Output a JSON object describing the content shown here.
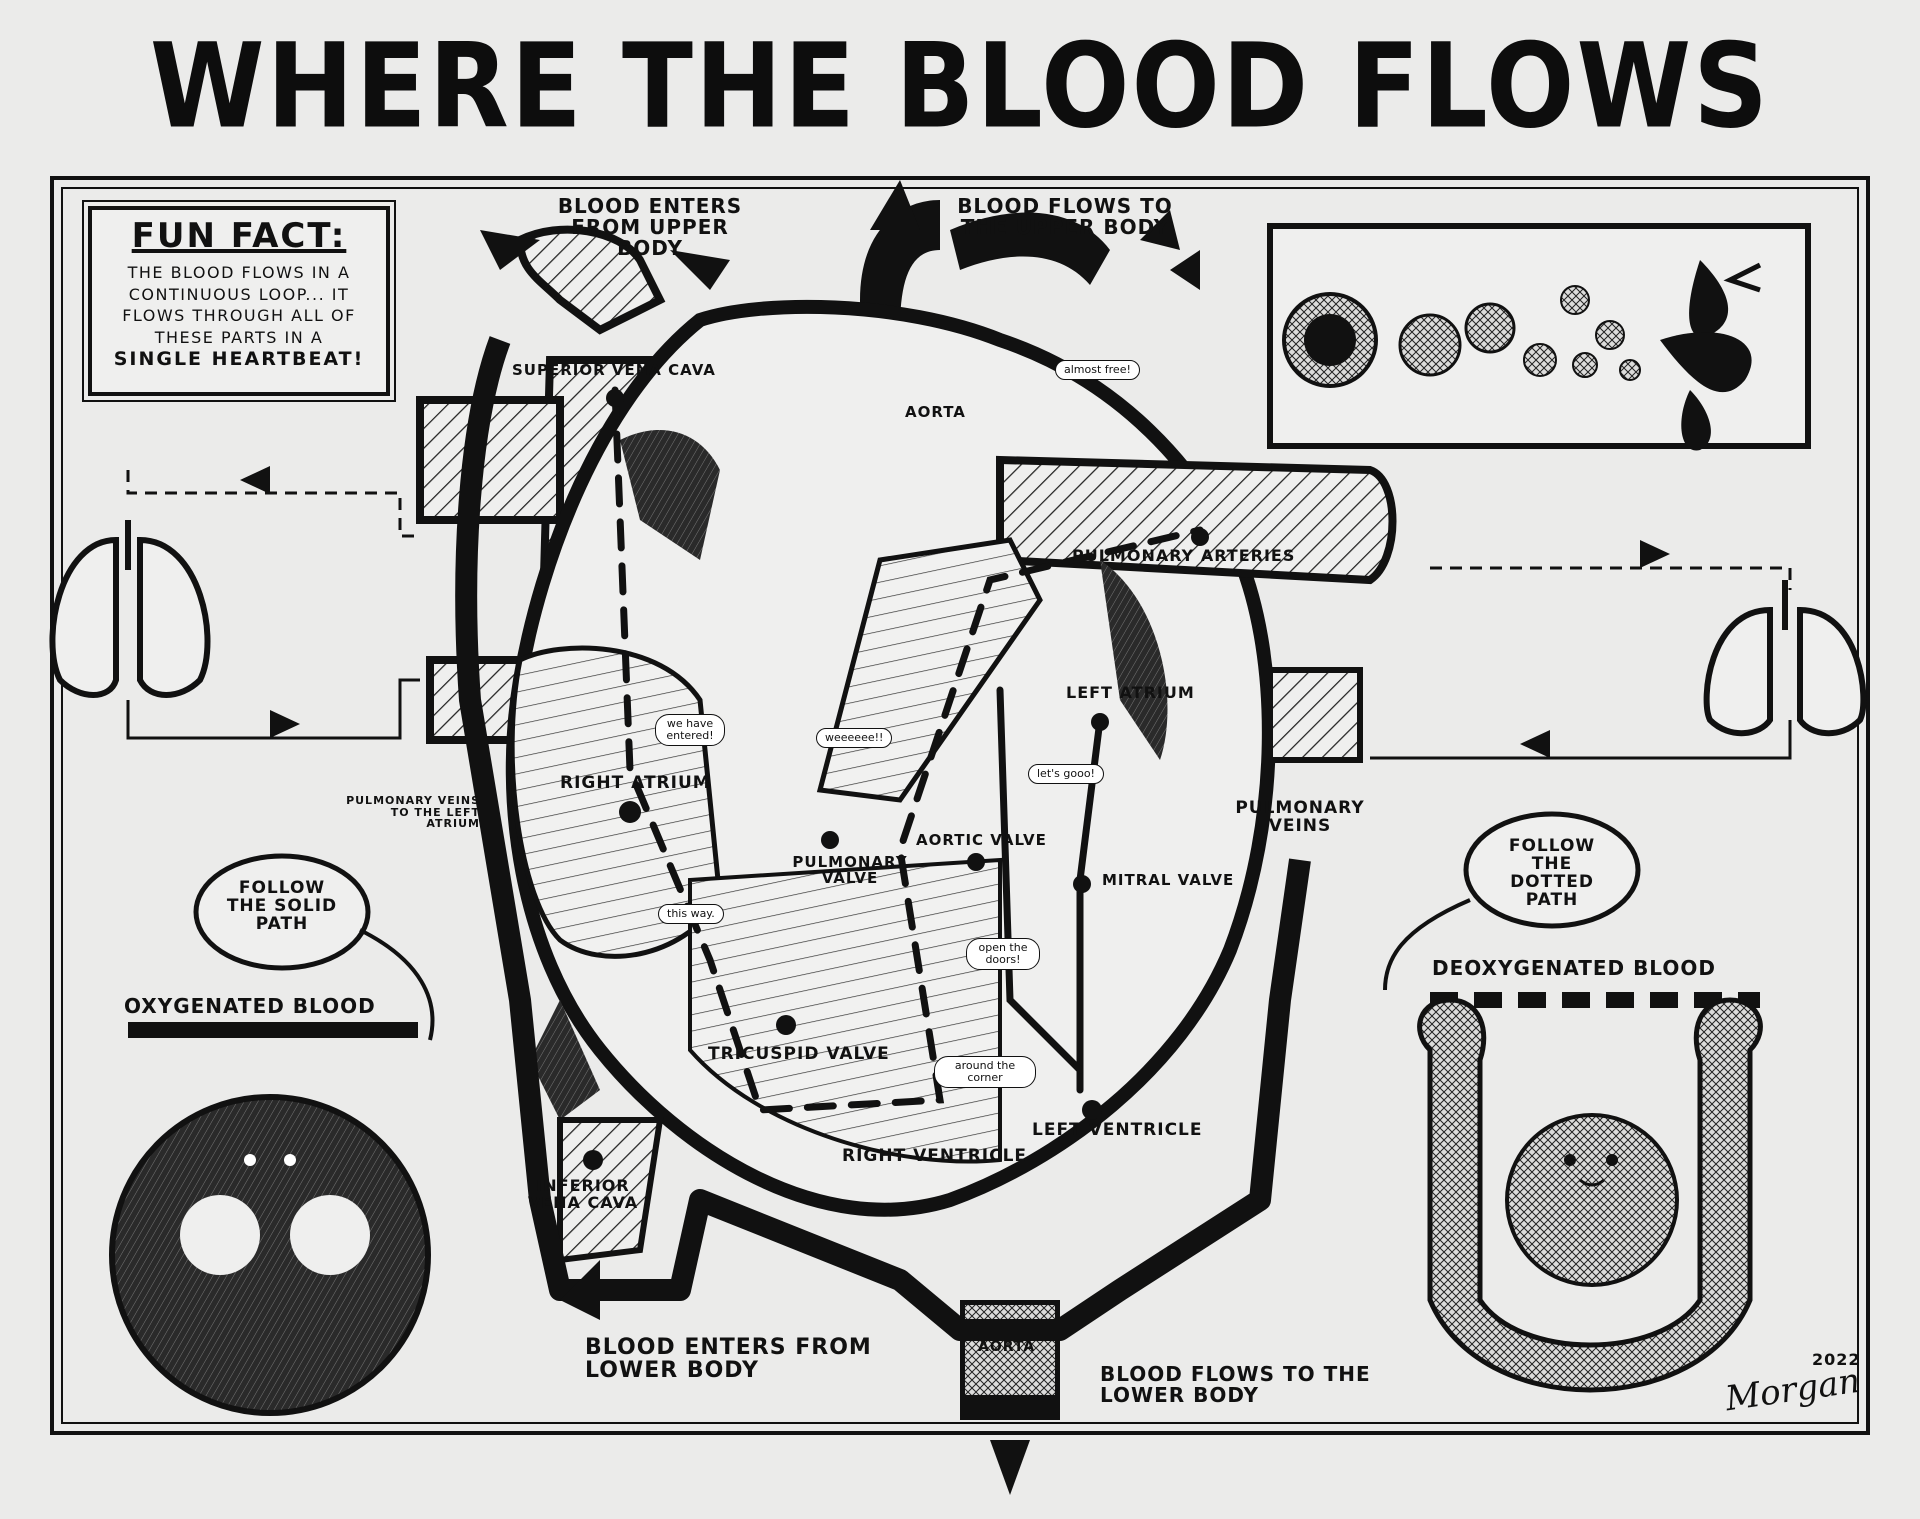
{
  "title": "WHERE THE BLOOD FLOWS",
  "fun_fact": {
    "heading": "FUN FACT:",
    "body": "THE BLOOD FLOWS IN A CONTINUOUS LOOP... IT FLOWS THROUGH ALL OF THESE PARTS IN A",
    "highlight": "SINGLE HEARTBEAT!"
  },
  "labels": {
    "blood_enters_upper": "BLOOD ENTERS FROM UPPER BODY",
    "blood_flows_upper": "BLOOD FLOWS TO THE UPPER BODY",
    "superior_vena_cava": "SUPERIOR VENA CAVA",
    "aorta_top": "AORTA",
    "pulmonary_arteries": "PULMONARY ARTERIES",
    "left_atrium": "LEFT ATRIUM",
    "right_atrium": "RIGHT ATRIUM",
    "pulmonary_veins_left": "PULMONARY VEINS TO THE LEFT ATRIUM",
    "pulmonary_veins_right": "PULMONARY VEINS",
    "aortic_valve": "AORTIC VALVE",
    "pulmonary_valve": "PULMONARY VALVE",
    "mitral_valve": "MITRAL VALVE",
    "tricuspid_valve": "TRICUSPID VALVE",
    "right_ventricle": "RIGHT VENTRICLE",
    "left_ventricle": "LEFT VENTRICLE",
    "inferior_vena_cava": "INFERIOR VENA CAVA",
    "blood_enters_lower": "BLOOD ENTERS FROM LOWER BODY",
    "aorta_bottom": "AORTA",
    "blood_flows_lower": "BLOOD FLOWS TO THE LOWER BODY"
  },
  "bubbles": {
    "almost_free": "almost free!",
    "we_have_entered": "we have entered!",
    "weee": "weeeeee!!",
    "lets_gooo": "let's gooo!",
    "this_way": "this way.",
    "open_doors": "open the doors!",
    "around_corner": "around the corner"
  },
  "legend": {
    "solid_callout": "FOLLOW THE SOLID PATH",
    "oxygenated": "OXYGENATED BLOOD",
    "dotted_callout": "FOLLOW THE DOTTED PATH",
    "deoxygenated": "DEOXYGENATED BLOOD"
  },
  "signature": "Morgan",
  "year": "2022"
}
